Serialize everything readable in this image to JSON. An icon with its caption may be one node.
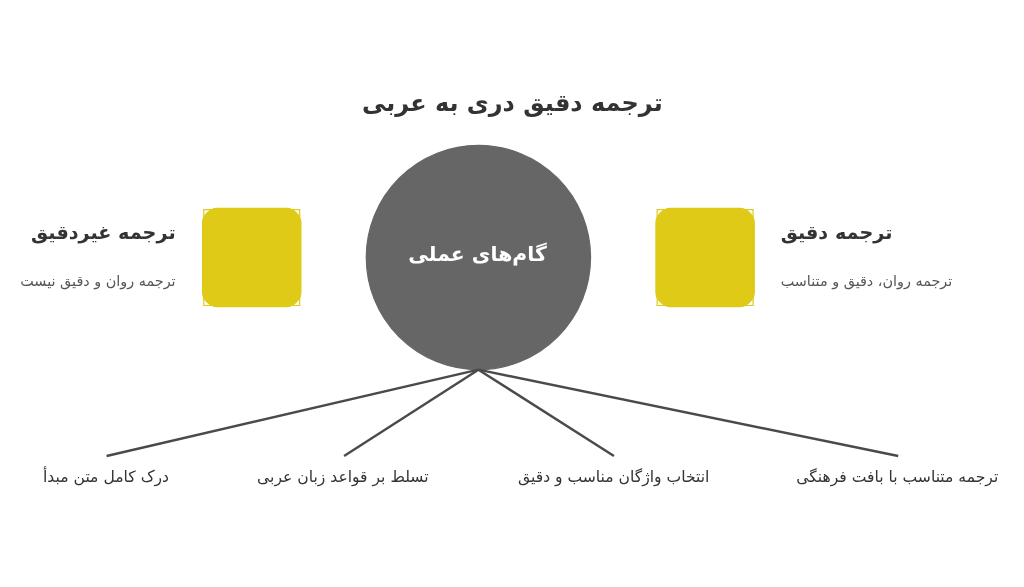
{
  "diagram": {
    "title": "ترجمه دقیق دری به عربی",
    "nodes": [
      {
        "text": [
          "ترجمه غیردقیق",
          "ترجمه روان و دقیق نیست"
        ]
      },
      {
        "text": [
          "گام‌های عملی"
        ]
      },
      {
        "text": [
          "ترجمه دقیق",
          "ترجمه روان، دقیق و متناسب"
        ]
      },
      {
        "text": [
          "درک کامل متن مبدأ"
        ]
      },
      {
        "text": [
          "تسلط بر قواعد زبان عربی"
        ]
      },
      {
        "text": [
          "انتخاب واژگان مناسب و دقیق"
        ]
      },
      {
        "text": [
          "ترجمه متناسب با بافت فرهنگی"
        ]
      }
    ],
    "edges": [
      {
        "from": 1,
        "to": 3,
        "arrow": "none"
      },
      {
        "from": 1,
        "to": 4,
        "arrow": "none"
      },
      {
        "from": 1,
        "to": 5,
        "arrow": "none"
      },
      {
        "from": 1,
        "to": 6,
        "arrow": "none"
      }
    ]
  }
}
